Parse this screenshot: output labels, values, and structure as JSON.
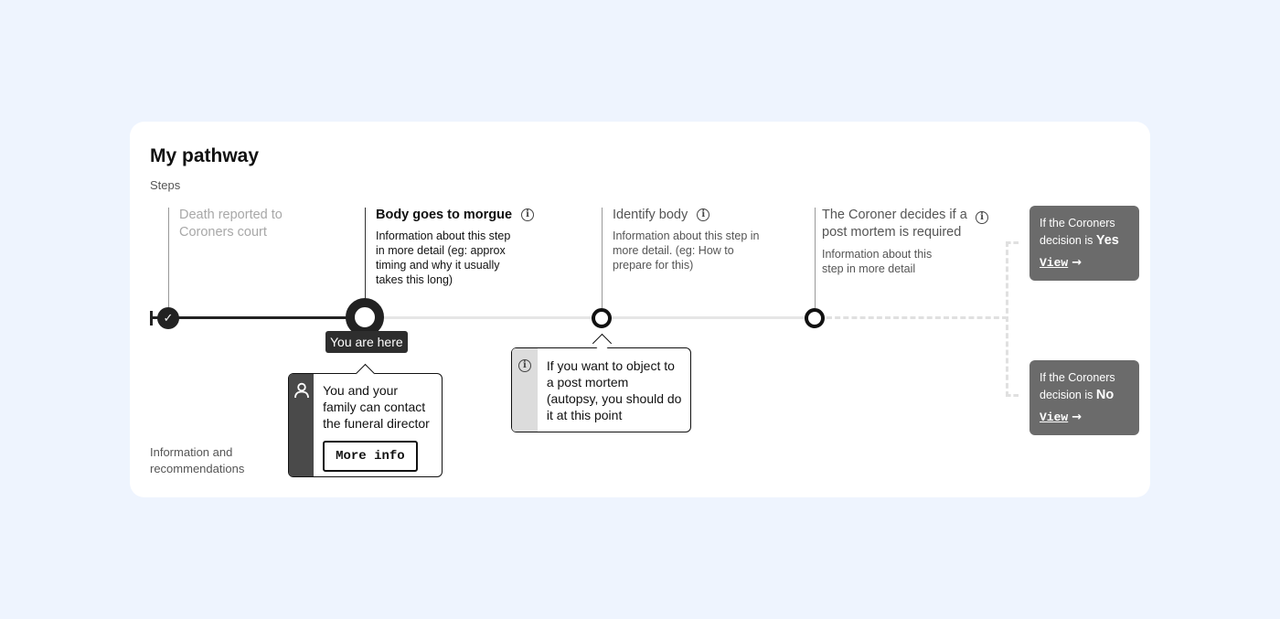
{
  "card": {
    "title": "My pathway",
    "steps_label": "Steps",
    "info_label": "Information and recommendations"
  },
  "steps": [
    {
      "title": "Death reported to Coroners court",
      "description": "",
      "state": "completed"
    },
    {
      "title": "Body goes to morgue",
      "description": "Information about this step in more detail (eg: approx timing and why it usually takes this long)",
      "state": "current"
    },
    {
      "title": "Identify body",
      "description": "Information about this step in more detail. (eg: How to prepare for this)",
      "state": "upcoming"
    },
    {
      "title": "The Coroner decides if a post mortem is required",
      "description": "Information about this step in more detail",
      "state": "upcoming"
    }
  ],
  "you_are_here": "You are here",
  "callouts": {
    "funeral": {
      "text": "You and your family can contact the funeral director",
      "button_label": "More info",
      "icon": "person-icon"
    },
    "objection": {
      "text": "If you want to object to a post mortem (autopsy, you should do it at this point",
      "icon": "info-icon"
    }
  },
  "decisions": [
    {
      "prefix": "If the Coroners decision is",
      "answer": "Yes",
      "link_label": "View",
      "arrow": "→"
    },
    {
      "prefix": "If the Coroners decision is",
      "answer": "No",
      "link_label": "View",
      "arrow": "→"
    }
  ],
  "icons": {
    "info_glyph": "i",
    "check_glyph": "✓"
  },
  "colors": {
    "background": "#eef4fe",
    "card": "#ffffff",
    "accent_dark": "#222222",
    "decision_box": "#6b6b6b",
    "muted_text": "#a8a8a8"
  }
}
